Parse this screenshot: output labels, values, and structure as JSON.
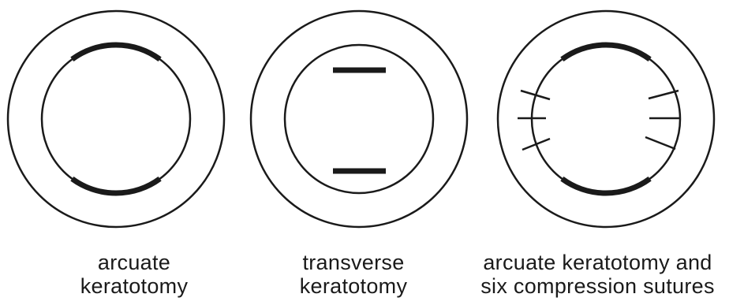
{
  "diagrams": [
    {
      "caption_line1": "arcuate",
      "caption_line2": "keratotomy"
    },
    {
      "caption_line1": "transverse",
      "caption_line2": "keratotomy"
    },
    {
      "caption_line1": "arcuate keratotomy and",
      "caption_line2": "six compression sutures"
    }
  ],
  "colors": {
    "ink": "#1a1a1a",
    "background": "#ffffff"
  }
}
